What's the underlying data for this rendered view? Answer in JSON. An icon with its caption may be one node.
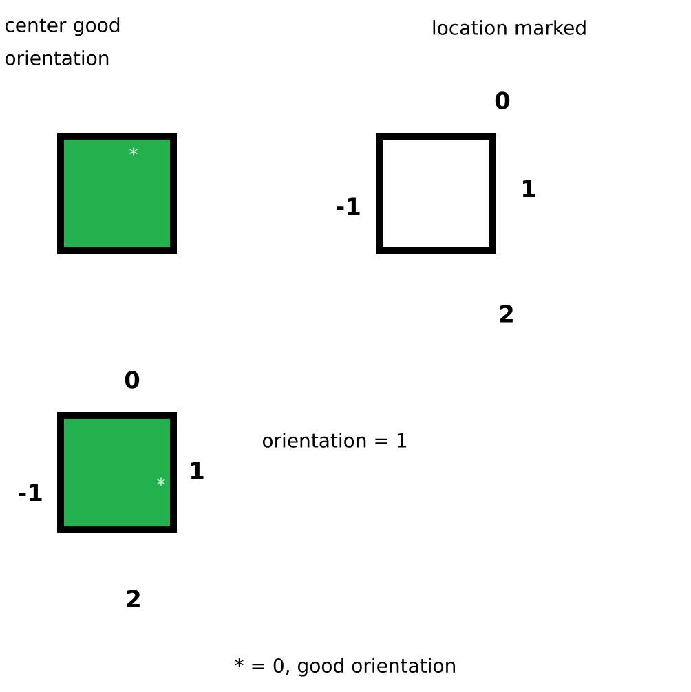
{
  "diagram": {
    "nodes": [
      {
        "text": [
          "center good orientation",
          "*"
        ]
      },
      {
        "text": [],
        "shape": "box",
        "beside": [
          "0",
          "-1",
          "1",
          "2"
        ]
      },
      {
        "text": [
          "*"
        ],
        "beside": [
          "0",
          "orientation = 1",
          "-1",
          "1",
          "2"
        ]
      }
    ],
    "labels": [
      "location marked"
    ],
    "caption": "* = 0, good orientation"
  }
}
